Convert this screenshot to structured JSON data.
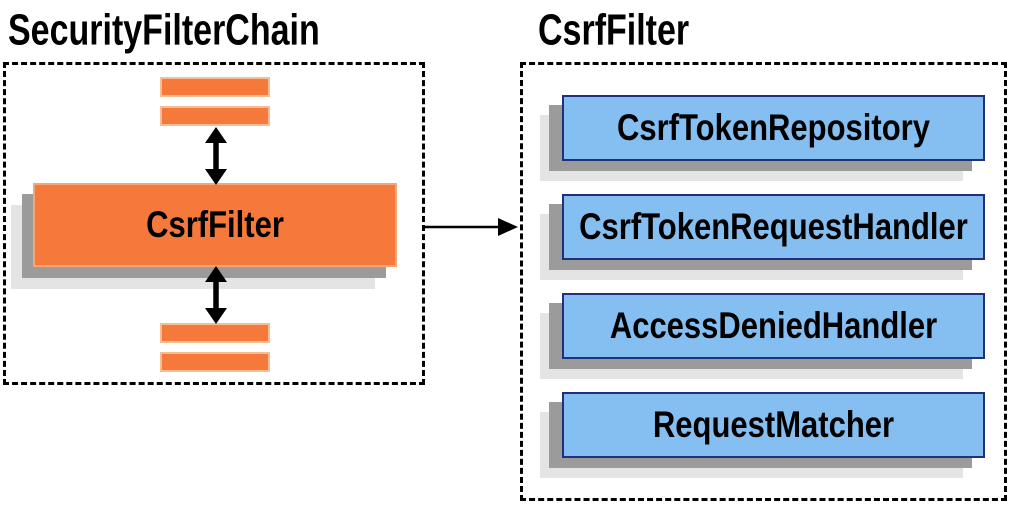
{
  "diagram": {
    "left_panel": {
      "title": "SecurityFilterChain",
      "csrf_filter_label": "CsrfFilter"
    },
    "right_panel": {
      "title": "CsrfFilter",
      "components": [
        "CsrfTokenRepository",
        "CsrfTokenRequestHandler",
        "AccessDeniedHandler",
        "RequestMatcher"
      ]
    },
    "colors": {
      "orange_fill": "#f4793b",
      "orange_border_light": "#f6bd94",
      "blue_fill": "#85bff2",
      "blue_border": "#20307b",
      "shadow_dark": "#9b9b9b",
      "shadow_light": "#e4e4e4",
      "outline": "#000000",
      "text": "#000000",
      "background": "#ffffff"
    }
  }
}
